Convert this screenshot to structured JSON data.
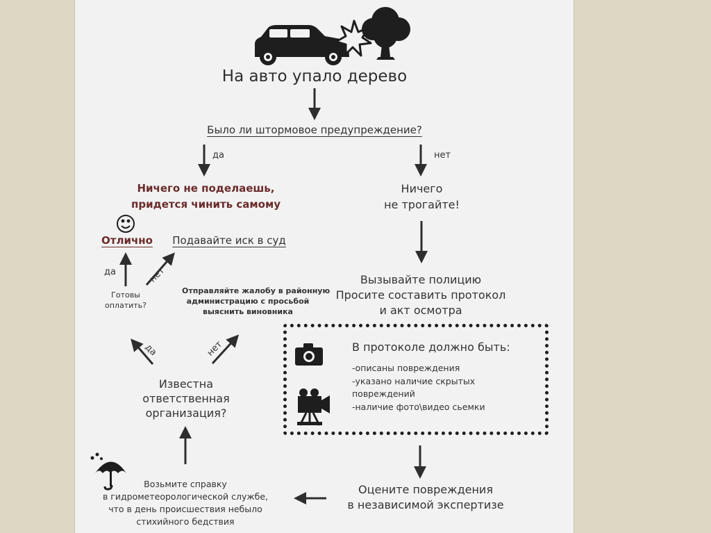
{
  "title": "На авто упало дерево",
  "question_storm": "Было ли штормовое предупреждение?",
  "yes_label": "да",
  "no_label": "нет",
  "nothing_to_do": [
    "Ничего не поделаешь,",
    "придется чинить самому"
  ],
  "dont_touch": [
    "Ничего",
    "не трогайте!"
  ],
  "excellent": "Отлично",
  "sue": "Подавайте иск в суд",
  "ready_to_pay": [
    "Готовы",
    "оплатить?"
  ],
  "complaint": [
    "Отправляйте жалобу в районную",
    "администрацию с просьбой",
    "выяснить виновника"
  ],
  "call_police": [
    "Вызывайте полицию",
    "Просите составить протокол",
    "и акт осмотра"
  ],
  "responsible_org": [
    "Известна",
    "ответственная",
    "организация?"
  ],
  "protocol": {
    "heading": "В протоколе должно быть:",
    "items": [
      "-описаны повреждения",
      "-указано наличие скрытых",
      " повреждений",
      "-наличие фото\\видео сьемки"
    ]
  },
  "assess": [
    "Оцените повреждения",
    "в независимой экспертизе"
  ],
  "weather_cert": [
    "Возьмите справку",
    "в гидрометеорологической службе,",
    "что в день происшествия небыло",
    "стихийного бедствия"
  ],
  "icons": [
    "car-icon",
    "impact-star-icon",
    "tree-icon",
    "smiley-icon",
    "camera-icon",
    "video-camera-icon",
    "umbrella-icon"
  ],
  "colors": {
    "background": "#ddd8c4",
    "slide": "#f2f2f2",
    "ink": "#2e2e2e",
    "accent_red": "#6b2b2b"
  }
}
